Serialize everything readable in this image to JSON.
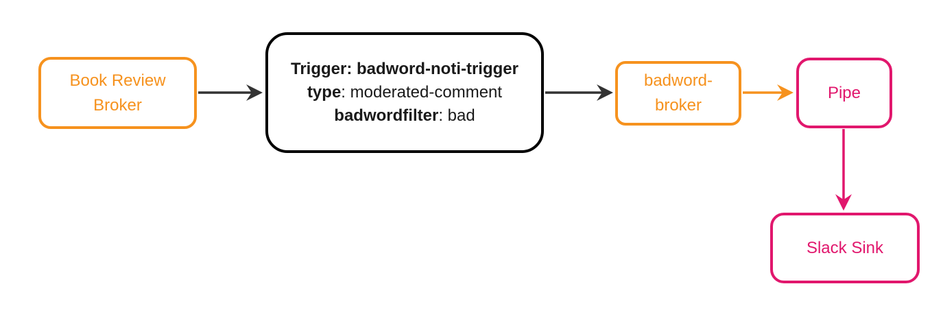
{
  "diagram": {
    "type": "flowchart",
    "colors": {
      "broker_orange": "#F6921E",
      "pipe_pink": "#E1176D",
      "trigger_black": "#000000",
      "edge_dark": "#333333",
      "background": "#FFFFFF"
    },
    "nodes": {
      "book_review_broker": {
        "label": "Book Review Broker",
        "color": "#F6921E"
      },
      "trigger": {
        "line1_bold": "Trigger: badword-noti-trigger",
        "line2_bold": "type",
        "line2_rest": ": moderated-comment",
        "line3_bold": "badwordfilter",
        "line3_rest": ": bad",
        "color": "#000000"
      },
      "badword_broker": {
        "label": "badword-broker",
        "color": "#F6921E"
      },
      "pipe": {
        "label": "Pipe",
        "color": "#E1176D"
      },
      "slack_sink": {
        "label": "Slack Sink",
        "color": "#E1176D"
      }
    },
    "edges": [
      {
        "from": "Book Review Broker",
        "to": "Trigger: badword-noti-trigger",
        "color": "#333333",
        "direction": "right"
      },
      {
        "from": "Trigger: badword-noti-trigger",
        "to": "badword-broker",
        "color": "#333333",
        "direction": "right"
      },
      {
        "from": "badword-broker",
        "to": "Pipe",
        "color": "#F6921E",
        "direction": "right"
      },
      {
        "from": "Pipe",
        "to": "Slack Sink",
        "color": "#E1176D",
        "direction": "down"
      }
    ]
  }
}
